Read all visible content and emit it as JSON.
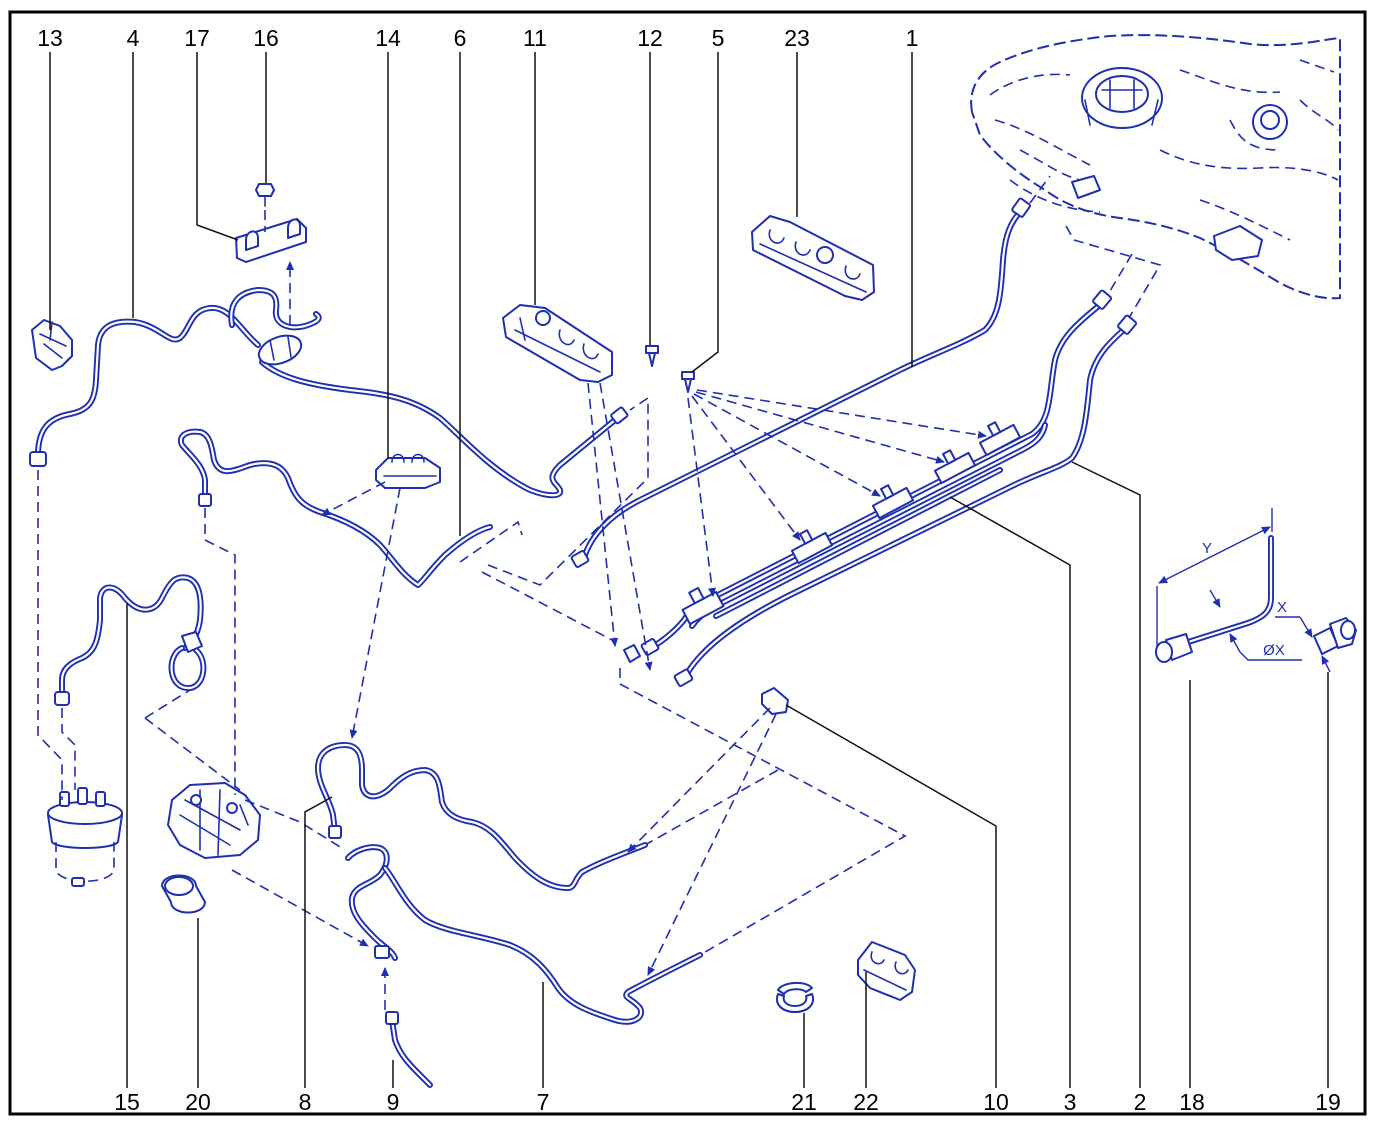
{
  "callouts": {
    "top": [
      "13",
      "4",
      "17",
      "16",
      "14",
      "6",
      "11",
      "12",
      "5",
      "23",
      "1"
    ],
    "bottom": [
      "15",
      "20",
      "8",
      "9",
      "7",
      "21",
      "22",
      "10",
      "3",
      "2",
      "18",
      "19"
    ]
  },
  "dimension_labels": {
    "y": "Y",
    "x": "X",
    "diameter": "ØX"
  },
  "colors": {
    "line": "#1e2fb0",
    "frame": "#000000",
    "leader": "#111111"
  }
}
